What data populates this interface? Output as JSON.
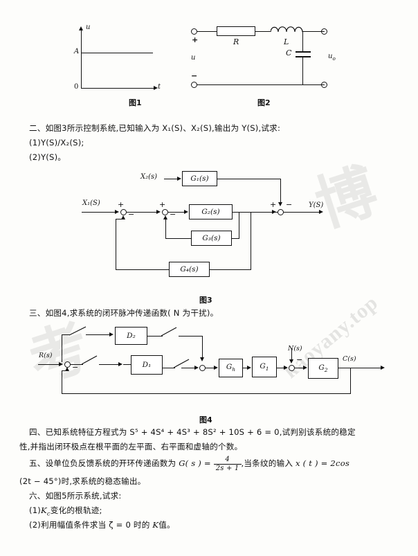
{
  "document": {
    "type": "exam-paper",
    "language": "zh-CN",
    "watermarks": {
      "cn_a": "博",
      "cn_b": "考",
      "site": "kaoyany.top"
    }
  },
  "figure1": {
    "caption": "图1",
    "y_axis_label": "u",
    "x_axis_label": "t",
    "origin_label": "0",
    "level_label": "A",
    "description": "step-signal-plot"
  },
  "figure2": {
    "caption": "图2",
    "components": {
      "resistor": "R",
      "inductor": "L",
      "capacitor": "C"
    },
    "input_label": "u",
    "output_label": "u",
    "output_sub": "o",
    "plus": "+",
    "minus": "−"
  },
  "section2": {
    "line1": "二、如图3所示控制系统,已知输入为 X₁(S)、X₂(S),输出为 Y(S),试求:",
    "item1": "(1)Y(S)/X₂(S);",
    "item2": "(2)Y(S)。"
  },
  "figure3": {
    "caption": "图3",
    "inputs": {
      "x1": "X₁(S)",
      "x2": "X₂(s)"
    },
    "output": "Y(S)",
    "blocks": [
      {
        "label": "G₁(s)"
      },
      {
        "label": "G₂(s)"
      },
      {
        "label": "G₃(s)"
      },
      {
        "label": "G₄(s)"
      }
    ],
    "signs": {
      "plus": "+",
      "minus": "−"
    }
  },
  "section3": {
    "line1": "三、如图4,求系统的闭环脉冲传递函数( N 为干扰)。"
  },
  "figure4": {
    "caption": "图4",
    "input": "R(s)",
    "output": "C(s)",
    "disturbance": "N(s)",
    "blocks": [
      {
        "label": "D₂"
      },
      {
        "label": "D₁"
      },
      {
        "label": "G",
        "sub": "h"
      },
      {
        "label": "G",
        "sub": "1"
      },
      {
        "label": "G",
        "sub": "2"
      }
    ],
    "signs": {
      "minus": "−"
    }
  },
  "section4": {
    "line1": "四、已知系统特征方程式为 S⁵ + 4S⁴ + 4S³ + 8S² + 10S + 6 = 0,试判别该系统的稳定",
    "line2": "性,并指出闭环极点在根平面的左平面、右平面和虚轴的个数。"
  },
  "section5": {
    "prefix": "五、设单位负反馈系统的开环传递函数为 ",
    "gs": "G( s ) = ",
    "frac_num": "4",
    "frac_den": "2s + 1",
    "mid": ",当条纹的输入 ",
    "xt": "x ( t ) = 2cos",
    "line2": "(2t − 45°)时,求系统的稳态输出。"
  },
  "section6": {
    "line1": "六、如图5所示系统,试求:",
    "item1_pre": "(1)",
    "item1_sym": "K",
    "item1_sub": "c",
    "item1_post": "变化的根轨迹;",
    "item2_pre": "(2)利用幅值条件求当 ζ = 0 时的 ",
    "item2_sym": "K",
    "item2_post": "值。"
  }
}
